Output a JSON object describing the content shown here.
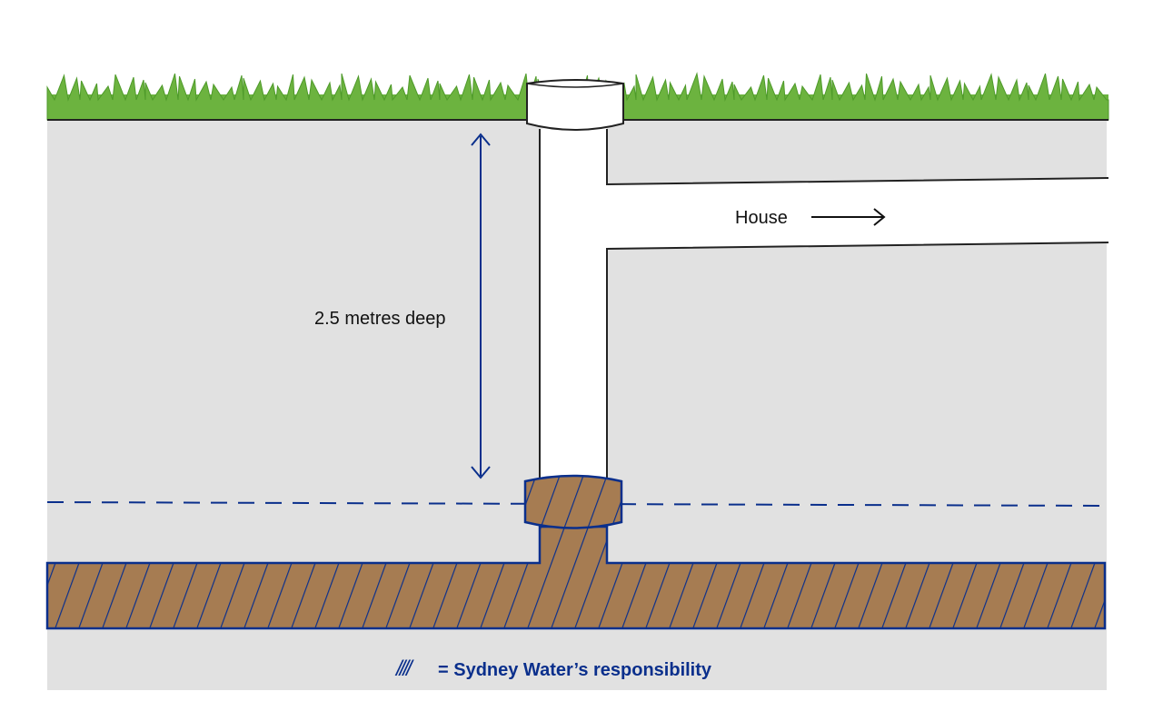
{
  "labels": {
    "house": "House",
    "depth": "2.5 metres deep",
    "legend_symbol": "////",
    "legend_text": "= Sydney Water’s responsibility"
  },
  "colors": {
    "soil": "#e1e1e1",
    "grass": "#6cb33f",
    "grass_dark": "#4e9a2a",
    "pipe": "#ffffff",
    "hatch_fill": "#a67c52",
    "accent_blue": "#0a2f8c",
    "outline": "#222222"
  },
  "icons": {
    "arrow": "right-arrow-icon",
    "depth_arrow": "double-headed-vertical-arrow-icon"
  }
}
